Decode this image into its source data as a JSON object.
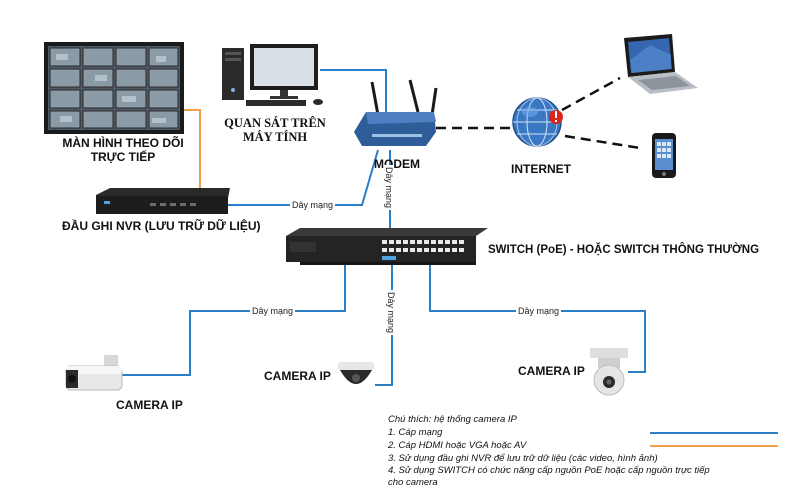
{
  "nodes": {
    "monitor": {
      "label": "MÀN HÌNH THEO DÕI TRỰC TIẾP"
    },
    "pc": {
      "label": "QUAN SÁT TRÊN MÁY TÍNH"
    },
    "modem": {
      "label": "MODEM"
    },
    "internet": {
      "label": "INTERNET"
    },
    "nvr": {
      "label": "ĐẦU GHI NVR (LƯU TRỮ DỮ LIỆU)"
    },
    "switch": {
      "label": "SWITCH (PoE) - HOẶC SWITCH THÔNG THƯỜNG"
    },
    "camera_left": {
      "label": "CAMERA IP"
    },
    "camera_center": {
      "label": "CAMERA IP"
    },
    "camera_right": {
      "label": "CAMERA IP"
    }
  },
  "edges": {
    "nvr_modem": {
      "label": "Dây mạng"
    },
    "modem_switch": {
      "label": "Dây mạng"
    },
    "switch_cam_left": {
      "label": "Dây mạng"
    },
    "switch_cam_center": {
      "label": "Dây mạng"
    },
    "switch_cam_right": {
      "label": "Dây mạng"
    }
  },
  "legend": {
    "title": "Chú thích: hệ thống camera IP",
    "items": [
      {
        "text": "1. Cáp mạng",
        "color": "#2a7fc6"
      },
      {
        "text": "2. Cáp HDMI hoặc VGA hoặc AV",
        "color": "#f0a04b"
      },
      {
        "text": "3. Sử dụng đầu ghi NVR để lưu trữ dữ liệu (các video, hình ảnh)"
      },
      {
        "text": "4. Sử dụng SWITCH có chức năng cấp nguồn PoE hoặc cấp nguồn trực tiếp cho camera"
      }
    ]
  },
  "colors": {
    "network_cable": "#2a7fc6",
    "video_cable": "#f0a04b",
    "wireless": "#111111",
    "alert": "#d9251c"
  }
}
